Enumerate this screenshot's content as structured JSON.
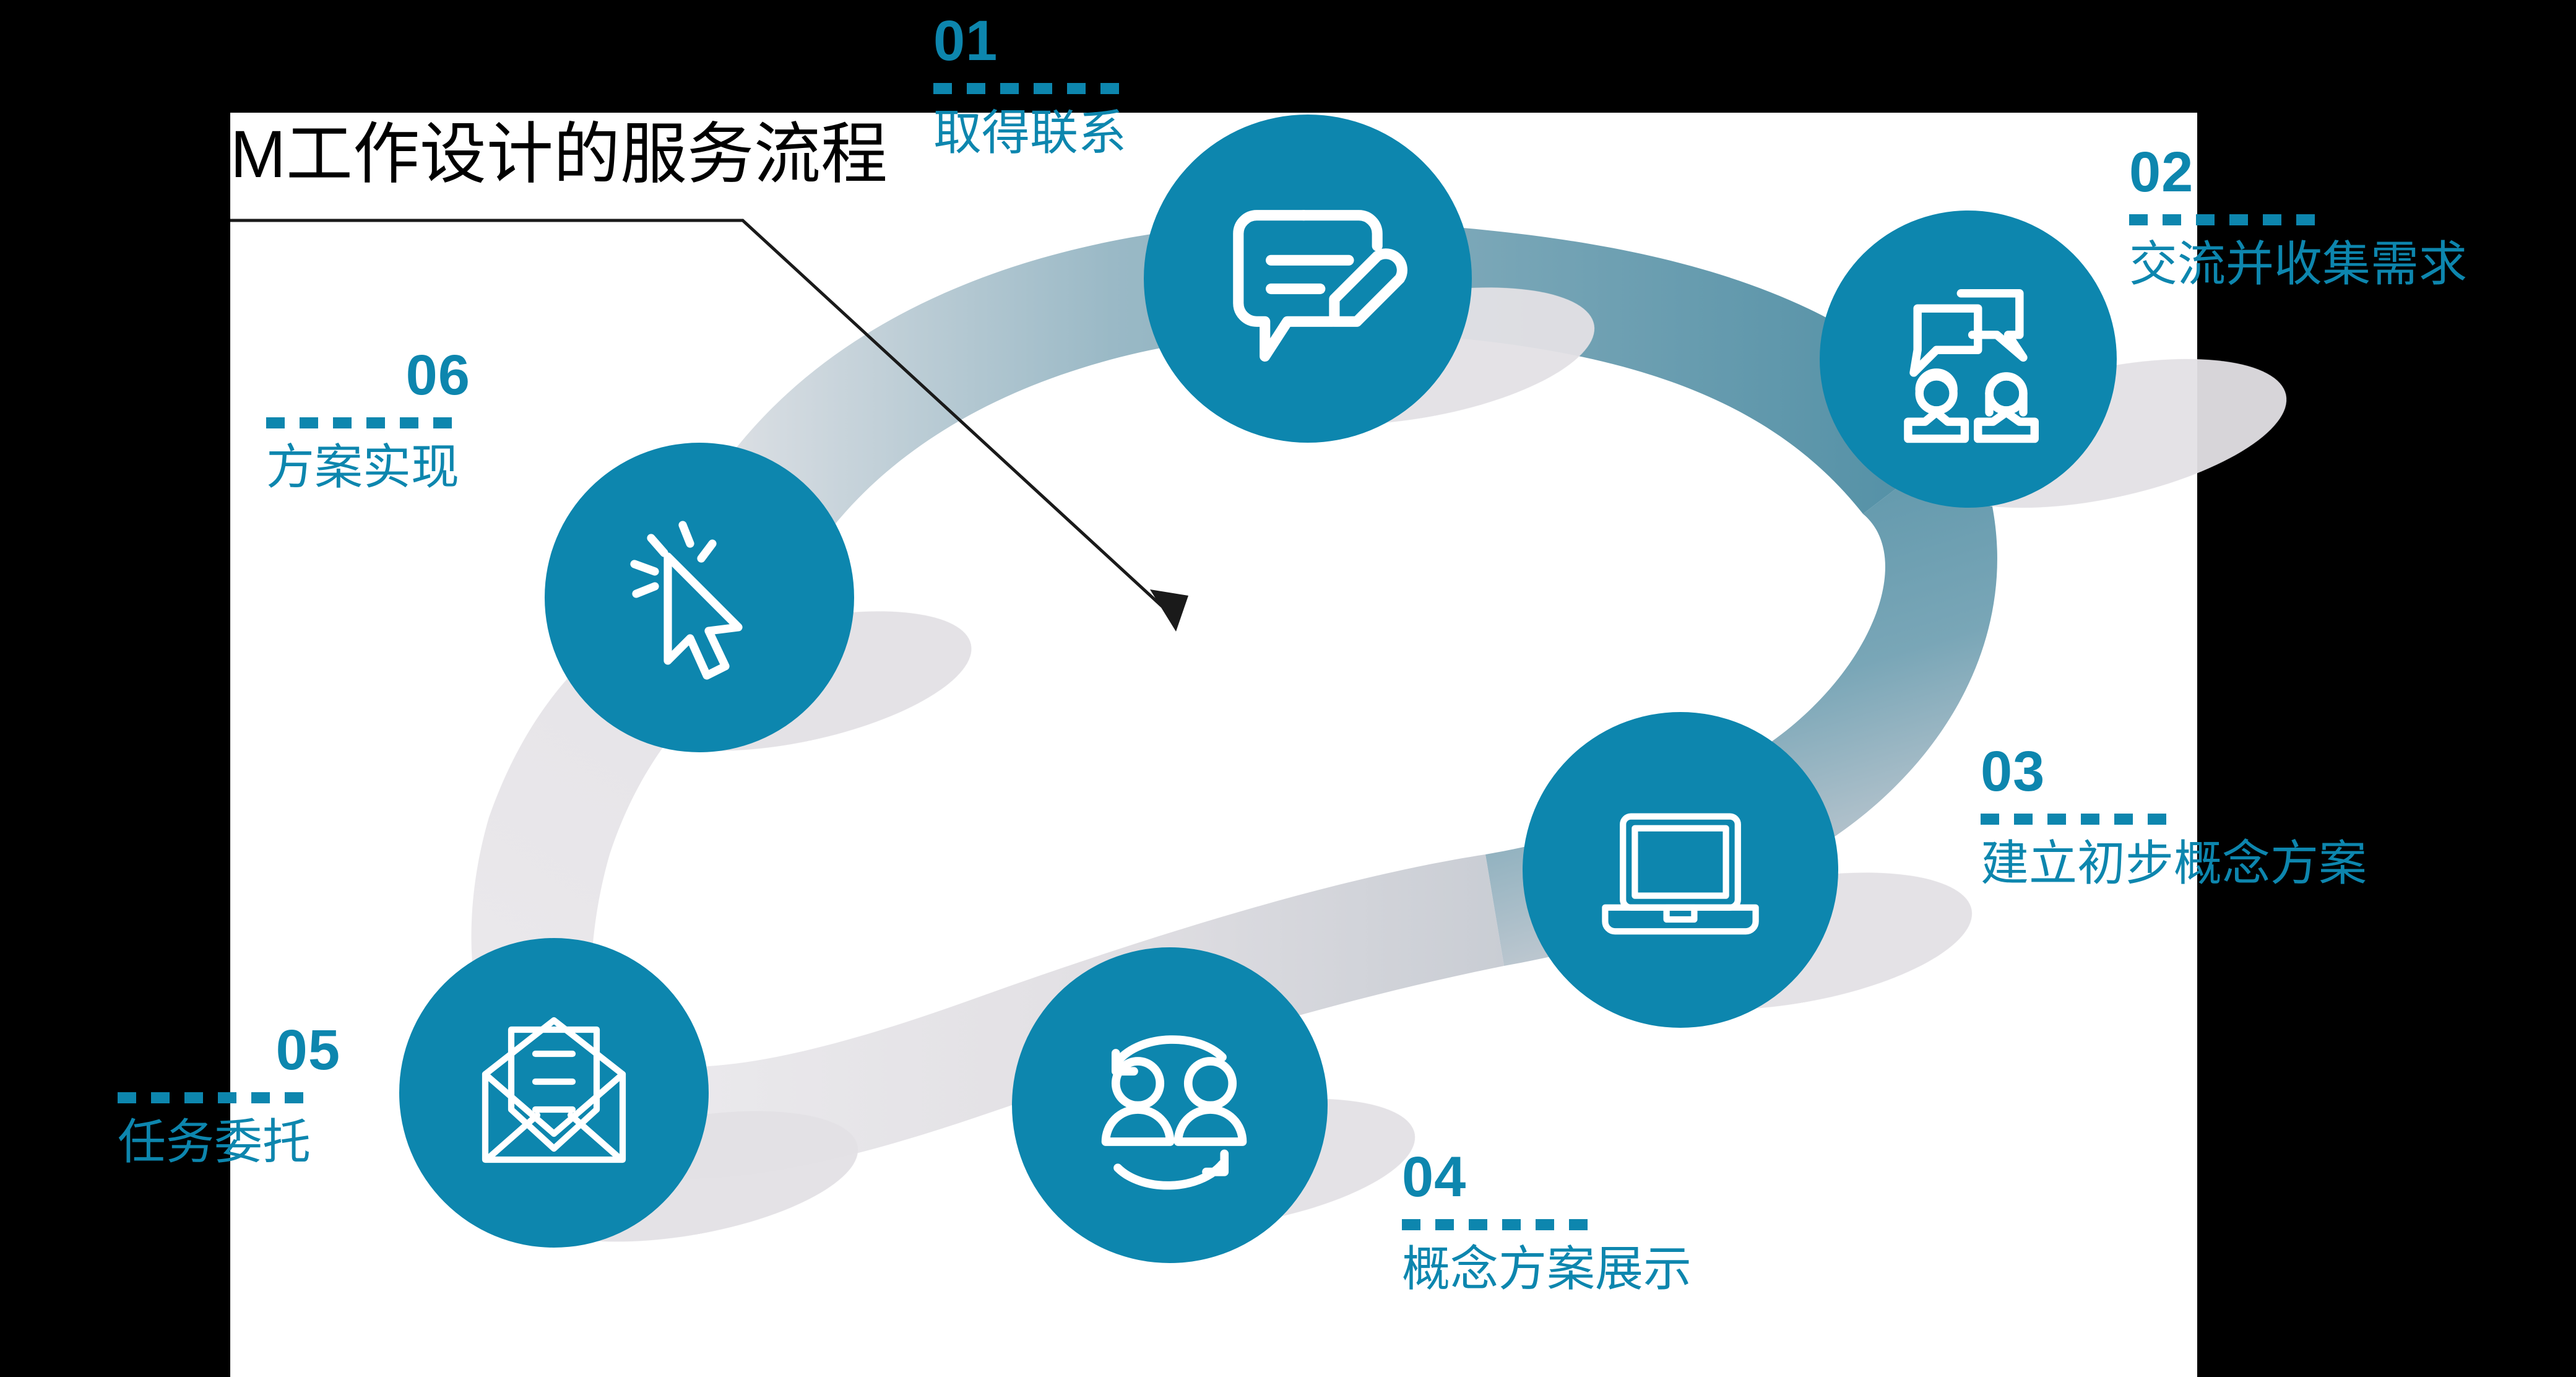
{
  "slide": {
    "title": "M工作设计的服务流程",
    "accent_color": "#0d86ae",
    "panel_background": "#ffffff",
    "frame_background": "#000000",
    "ribbon_color_dark": "#5b93a8",
    "ribbon_color_light": "#e9e7ea"
  },
  "steps": [
    {
      "number": "01",
      "label": "取得联系",
      "icon": "chat-edit-icon"
    },
    {
      "number": "02",
      "label": "交流并收集需求",
      "icon": "discussion-people-icon"
    },
    {
      "number": "03",
      "label": "建立初步概念方案",
      "icon": "laptop-icon"
    },
    {
      "number": "04",
      "label": "概念方案展示",
      "icon": "people-exchange-icon"
    },
    {
      "number": "05",
      "label": "任务委托",
      "icon": "open-envelope-icon"
    },
    {
      "number": "06",
      "label": "方案实现",
      "icon": "cursor-click-icon"
    }
  ]
}
